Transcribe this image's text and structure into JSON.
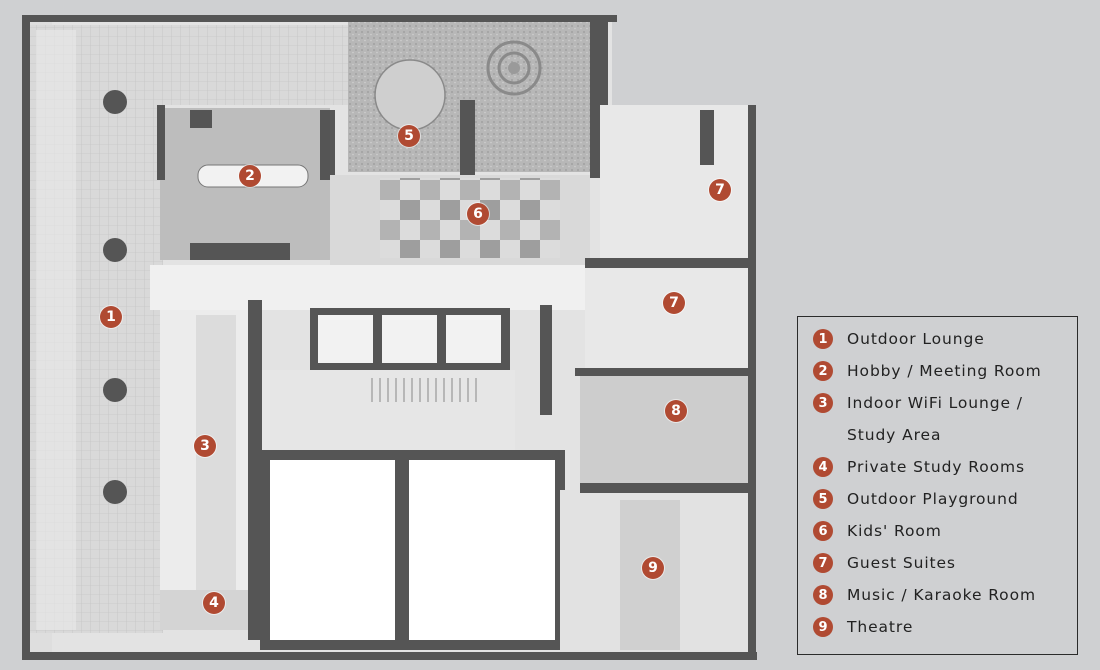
{
  "colors": {
    "marker": "#b04a32",
    "wall": "#555555",
    "floor_light": "#ececec",
    "floor_dark": "#c4c4c4",
    "background": "#cfd0d2"
  },
  "legend": {
    "items": [
      {
        "num": "1",
        "label": "Outdoor Lounge"
      },
      {
        "num": "2",
        "label": "Hobby / Meeting Room"
      },
      {
        "num": "3",
        "label": "Indoor WiFi Lounge /\nStudy Area"
      },
      {
        "num": "4",
        "label": "Private Study Rooms"
      },
      {
        "num": "5",
        "label": "Outdoor Playground"
      },
      {
        "num": "6",
        "label": "Kids' Room"
      },
      {
        "num": "7",
        "label": "Guest Suites"
      },
      {
        "num": "8",
        "label": "Music / Karaoke Room"
      },
      {
        "num": "9",
        "label": "Theatre"
      }
    ]
  },
  "plan_markers": [
    "1",
    "2",
    "3",
    "4",
    "5",
    "6",
    "7",
    "7",
    "8",
    "9"
  ]
}
